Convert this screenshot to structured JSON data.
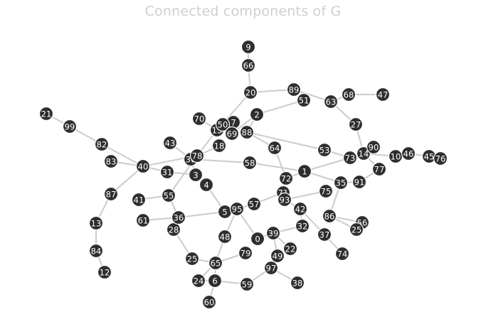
{
  "title": "Connected components of G",
  "colors": {
    "node_fill": "#2e2e2e",
    "node_label": "#ffffff",
    "edge": "#cccccc",
    "title": "#cfcfcf",
    "background": "#ffffff"
  },
  "nodes": [
    "0",
    "1",
    "2",
    "3",
    "4",
    "5",
    "6",
    "7",
    "9",
    "10",
    "12",
    "13",
    "14",
    "15",
    "18",
    "20",
    "21",
    "22",
    "24",
    "25",
    "27",
    "28",
    "30",
    "31",
    "32",
    "35",
    "36",
    "37",
    "38",
    "39",
    "40",
    "41",
    "42",
    "43",
    "45",
    "46",
    "47",
    "48",
    "49",
    "50",
    "51",
    "53",
    "55",
    "56",
    "57",
    "58",
    "59",
    "60",
    "61",
    "63",
    "64",
    "65",
    "66",
    "68",
    "69",
    "70",
    "71",
    "72",
    "73",
    "74",
    "75",
    "76",
    "77",
    "78",
    "79",
    "82",
    "83",
    "84",
    "86",
    "87",
    "88",
    "89",
    "90",
    "91",
    "93",
    "95",
    "97",
    "99"
  ],
  "edges": [
    [
      "9",
      "66"
    ],
    [
      "66",
      "20"
    ],
    [
      "20",
      "89"
    ],
    [
      "89",
      "63"
    ],
    [
      "89",
      "51"
    ],
    [
      "51",
      "2"
    ],
    [
      "63",
      "68"
    ],
    [
      "68",
      "47"
    ],
    [
      "63",
      "27"
    ],
    [
      "27",
      "14"
    ],
    [
      "20",
      "15"
    ],
    [
      "15",
      "78"
    ],
    [
      "78",
      "55"
    ],
    [
      "55",
      "36"
    ],
    [
      "36",
      "28"
    ],
    [
      "28",
      "25"
    ],
    [
      "25",
      "65"
    ],
    [
      "65",
      "24"
    ],
    [
      "65",
      "6"
    ],
    [
      "6",
      "60"
    ],
    [
      "6",
      "59"
    ],
    [
      "59",
      "97"
    ],
    [
      "97",
      "49"
    ],
    [
      "97",
      "38"
    ],
    [
      "49",
      "39"
    ],
    [
      "39",
      "0"
    ],
    [
      "39",
      "22"
    ],
    [
      "39",
      "32"
    ],
    [
      "32",
      "42"
    ],
    [
      "42",
      "93"
    ],
    [
      "42",
      "37"
    ],
    [
      "37",
      "74"
    ],
    [
      "93",
      "75"
    ],
    [
      "93",
      "71"
    ],
    [
      "71",
      "72"
    ],
    [
      "72",
      "64"
    ],
    [
      "64",
      "88"
    ],
    [
      "88",
      "2"
    ],
    [
      "2",
      "69"
    ],
    [
      "69",
      "7"
    ],
    [
      "7",
      "50"
    ],
    [
      "50",
      "15"
    ],
    [
      "88",
      "53"
    ],
    [
      "53",
      "73"
    ],
    [
      "73",
      "14"
    ],
    [
      "14",
      "90"
    ],
    [
      "14",
      "10"
    ],
    [
      "10",
      "46"
    ],
    [
      "46",
      "45"
    ],
    [
      "45",
      "76"
    ],
    [
      "14",
      "77"
    ],
    [
      "77",
      "91"
    ],
    [
      "91",
      "35"
    ],
    [
      "35",
      "1"
    ],
    [
      "1",
      "72"
    ],
    [
      "1",
      "73"
    ],
    [
      "35",
      "86"
    ],
    [
      "86",
      "56"
    ],
    [
      "86",
      "25x"
    ],
    [
      "57",
      "95"
    ],
    [
      "57",
      "71"
    ],
    [
      "95",
      "5"
    ],
    [
      "5",
      "36"
    ],
    [
      "95",
      "0"
    ],
    [
      "95",
      "48"
    ],
    [
      "48",
      "65"
    ],
    [
      "65",
      "79"
    ],
    [
      "5",
      "4"
    ],
    [
      "4",
      "3"
    ],
    [
      "3",
      "31"
    ],
    [
      "31",
      "40"
    ],
    [
      "40",
      "83"
    ],
    [
      "40",
      "82"
    ],
    [
      "82",
      "99"
    ],
    [
      "99",
      "21"
    ],
    [
      "40",
      "87"
    ],
    [
      "87",
      "13"
    ],
    [
      "13",
      "84"
    ],
    [
      "84",
      "12"
    ],
    [
      "41",
      "55"
    ],
    [
      "36",
      "61"
    ],
    [
      "43",
      "30"
    ],
    [
      "30",
      "3"
    ],
    [
      "30",
      "58"
    ],
    [
      "58",
      "1"
    ],
    [
      "18",
      "30"
    ],
    [
      "70",
      "15"
    ],
    [
      "40",
      "78"
    ],
    [
      "24",
      "6"
    ]
  ],
  "extra_labels": {
    "25x": "25"
  }
}
